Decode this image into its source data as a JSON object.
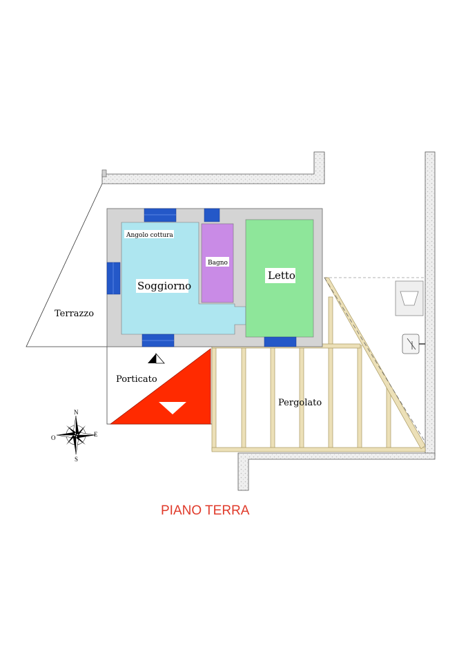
{
  "title": "PIANO TERRA",
  "rooms": {
    "angolo_cottura": "Angolo cottura",
    "soggiorno": "Soggiorno",
    "bagno": "Bagno",
    "letto": "Letto",
    "terrazzo": "Terrazzo",
    "porticato": "Porticato",
    "pergolato": "Pergolato"
  },
  "compass": {
    "north": "N",
    "south": "S",
    "east": "E",
    "west": "O"
  },
  "colors": {
    "soggiorno": "#aee6f0",
    "bagno": "#c98be6",
    "letto": "#8ee69a",
    "wall": "#d4d4d4",
    "window": "#2458c8",
    "porch_stairs": "#ff2a00",
    "pergola": "#e6d6a8",
    "title": "#e03a2a"
  }
}
